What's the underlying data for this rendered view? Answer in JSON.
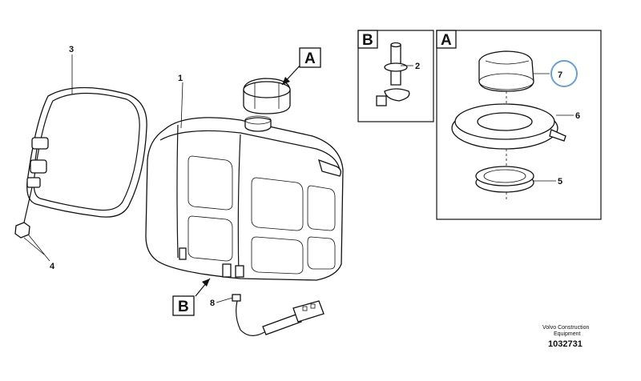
{
  "callouts": [
    {
      "id": "1",
      "label": "1"
    },
    {
      "id": "2",
      "label": "2"
    },
    {
      "id": "3",
      "label": "3"
    },
    {
      "id": "4",
      "label": "4"
    },
    {
      "id": "5",
      "label": "5"
    },
    {
      "id": "6",
      "label": "6"
    },
    {
      "id": "7",
      "label": "7"
    },
    {
      "id": "8",
      "label": "8"
    }
  ],
  "detail_labels": {
    "a_main": "A",
    "b_main": "B",
    "a_panel": "A",
    "b_panel": "B"
  },
  "highlight_color": "#6a9fd4",
  "credit": {
    "line1": "Volvo Construction",
    "line2": "Equipment",
    "number": "1032731"
  }
}
